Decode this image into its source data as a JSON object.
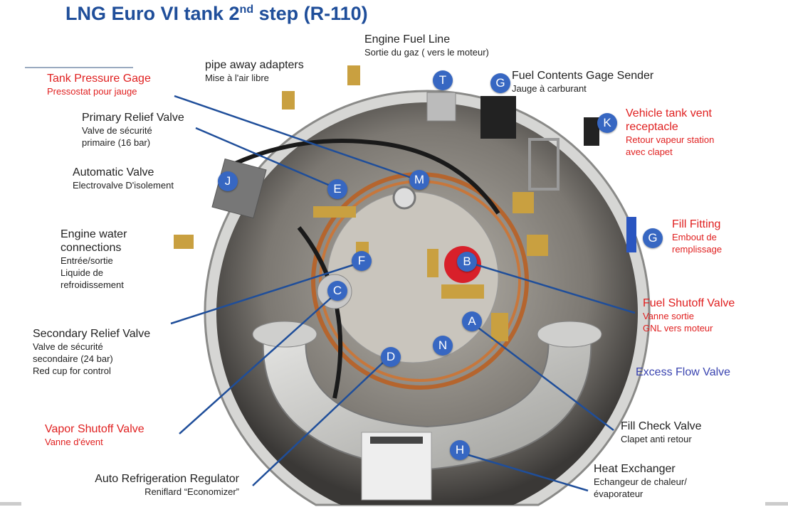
{
  "title": {
    "main": "LNG Euro VI tank 2",
    "sup": "nd",
    "rest": " step (R-110)"
  },
  "labels": {
    "engine_fuel_line": {
      "main": "Engine Fuel Line",
      "sub": "Sortie du gaz ( vers le moteur)"
    },
    "pipe_away": {
      "main": "pipe away adapters",
      "sub": "Mise à l'air libre"
    },
    "tank_pressure": {
      "main": "Tank Pressure Gage",
      "sub": "Pressostat pour jauge"
    },
    "fuel_contents": {
      "main": "Fuel Contents Gage Sender",
      "sub": "Jauge à carburant"
    },
    "primary_relief": {
      "main": "Primary Relief Valve",
      "sub1": "Valve de sécurité",
      "sub2": "primaire (16 bar)"
    },
    "vent_receptacle": {
      "main1": "Vehicle tank vent",
      "main2": "receptacle",
      "sub1": "Retour vapeur station",
      "sub2": "avec clapet"
    },
    "automatic_valve": {
      "main": "Automatic Valve",
      "sub": "Electrovalve D'isolement"
    },
    "engine_water": {
      "main1": "Engine water",
      "main2": "connections",
      "sub1": "Entrée/sortie",
      "sub2": "Liquide de",
      "sub3": "refroidissement"
    },
    "fill_fitting": {
      "main": "Fill Fitting",
      "sub1": "Embout de",
      "sub2": "remplissage"
    },
    "fuel_shutoff": {
      "main": "Fuel Shutoff Valve",
      "sub1": "Vanne sortie",
      "sub2": "GNL vers moteur"
    },
    "secondary_relief": {
      "main": "Secondary Relief Valve",
      "sub1": "Valve de sécurité",
      "sub2": "secondaire (24 bar)",
      "sub3": "Red cup for control"
    },
    "excess_flow": {
      "main": "Excess Flow Valve"
    },
    "vapor_shutoff": {
      "main": "Vapor Shutoff Valve",
      "sub": "Vanne d'évent"
    },
    "fill_check": {
      "main": "Fill Check Valve",
      "sub": "Clapet anti retour"
    },
    "auto_refrigeration": {
      "main": "Auto Refrigeration Regulator",
      "sub": "Reniflard “Economizer”"
    },
    "heat_exchanger": {
      "main": "Heat Exchanger",
      "sub1": "Echangeur de chaleur/",
      "sub2": "évaporateur"
    }
  },
  "markers": {
    "T": "T",
    "G1": "G",
    "K": "K",
    "J": "J",
    "E": "E",
    "M": "M",
    "F": "F",
    "B": "B",
    "C": "C",
    "A": "A",
    "N": "N",
    "D": "D",
    "H": "H",
    "G2": "G"
  },
  "colors": {
    "title": "#1f4e9a",
    "marker": "#3767c2",
    "leader": "#1f4e9a",
    "red_text": "#e02020"
  }
}
